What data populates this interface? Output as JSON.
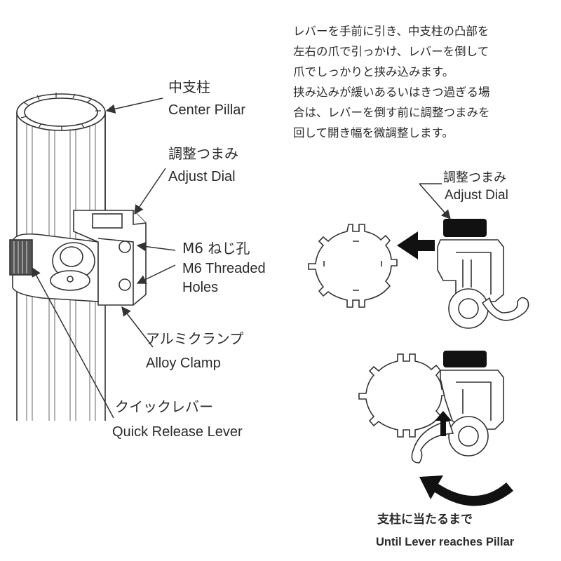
{
  "instructions": {
    "lines": [
      "レバーを手前に引き、中支柱の凸部を",
      "左右の爪で引っかけ、レバーを倒して",
      "爪でしっかりと挟み込みます。",
      "挟み込みが緩いあるいはきつ過ぎる場",
      "合は、レバーを倒す前に調整つまみを",
      "回して開き幅を微調整します。"
    ]
  },
  "labels": {
    "center_pillar": {
      "jp": "中支柱",
      "en": "Center Pillar"
    },
    "adjust_dial": {
      "jp": "調整つまみ",
      "en": "Adjust Dial"
    },
    "threaded_holes": {
      "jp": "M6 ねじ孔",
      "en1": "M6 Threaded",
      "en2": "Holes"
    },
    "alloy_clamp": {
      "jp": "アルミクランプ",
      "en": "Alloy Clamp"
    },
    "quick_lever": {
      "jp": "クイックレバー",
      "en": "Quick Release Lever"
    },
    "step1_dial": {
      "jp": "調整つまみ",
      "en": "Adjust Dial"
    },
    "step2_caption": {
      "jp": "支柱に当たるまで",
      "en": "Until Lever reaches Pillar"
    }
  }
}
